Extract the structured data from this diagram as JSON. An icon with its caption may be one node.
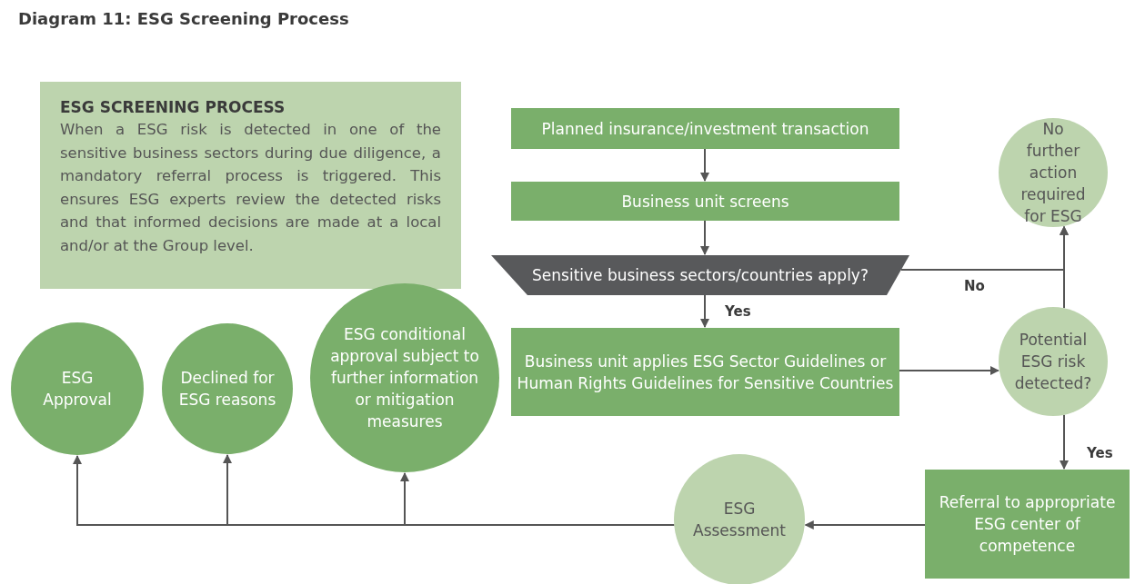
{
  "diagram": {
    "title": "Diagram 11: ESG Screening Process",
    "nodes": [
      {
        "text": [
          "ESG SCREENING PROCESS",
          "When a ESG risk is detected in one of the sensitive business sectors during due diligence, a mandatory referral process is triggered. This ensures ESG experts review the detected risks and that informed decisions are made at a local and/or at the Group level."
        ]
      },
      {
        "text": [
          "Planned insurance/investment transaction"
        ]
      },
      {
        "text": [
          "Business unit screens"
        ]
      },
      {
        "text": [
          "Sensitive business sectors/countries apply?"
        ]
      },
      {
        "text": [
          "Business unit applies ESG Sector Guidelines or Human Rights Guidelines for Sensitive Countries"
        ]
      },
      {
        "text": [
          "No further action required for ESG"
        ]
      },
      {
        "text": [
          "Potential ESG risk detected?"
        ]
      },
      {
        "text": [
          "Referral to appropriate ESG center of competence"
        ]
      },
      {
        "text": [
          "ESG Assessment"
        ]
      },
      {
        "text": [
          "ESG Approval"
        ]
      },
      {
        "text": [
          "Declined for ESG reasons"
        ]
      },
      {
        "text": [
          "ESG conditional approval subject to further information or mitigation measures"
        ]
      }
    ],
    "edges": [
      {
        "from": 1,
        "to": 2,
        "arrow": "to"
      },
      {
        "from": 2,
        "to": 3,
        "arrow": "to"
      },
      {
        "from": 3,
        "to": 4,
        "arrow": "to",
        "label": "Yes"
      },
      {
        "from": 3,
        "to": 5,
        "arrow": "to",
        "label": "No"
      },
      {
        "from": 6,
        "to": 5,
        "arrow": "to"
      },
      {
        "from": 4,
        "to": 6,
        "arrow": "to"
      },
      {
        "from": 6,
        "to": 7,
        "arrow": "to",
        "label": "Yes"
      },
      {
        "from": 7,
        "to": 8,
        "arrow": "to"
      },
      {
        "from": 8,
        "to": 9,
        "arrow": "to"
      },
      {
        "from": 8,
        "to": 10,
        "arrow": "to"
      },
      {
        "from": 8,
        "to": 11,
        "arrow": "to"
      }
    ]
  }
}
